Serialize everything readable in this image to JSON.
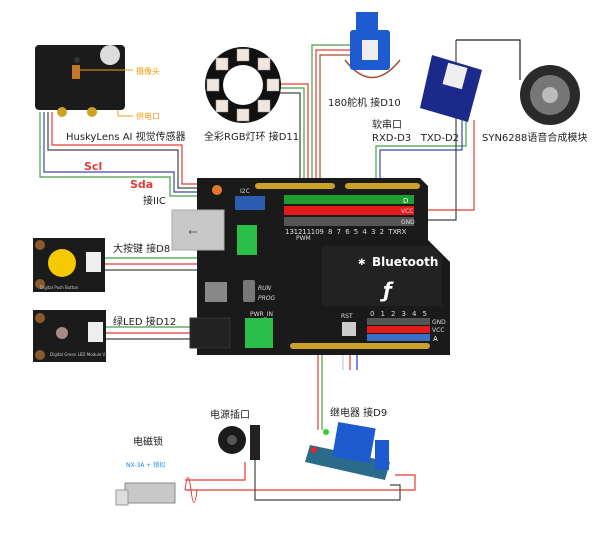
{
  "labels": {
    "camera": "摄像头",
    "power_port": "供电口",
    "huskylens": "HuskyLens  AI 视觉传感器",
    "rgb_ring": "全彩RGB灯环 接D11",
    "servo": "180舵机  接D10",
    "soft_serial": "软串口",
    "serial_pins": "RXD-D3   TXD-D2",
    "syn6288": "SYN6288语音合成模块",
    "scl": "Scl",
    "sda": "Sda",
    "iic": "接IIC",
    "button": "大按键 接D8",
    "led": "绿LED 接D12",
    "power_jack": "电源插口",
    "relay": "继电器 接D9",
    "lock": "电磁锁",
    "lock_model": "NX-3A + 锁扣"
  },
  "modules": {
    "button_text": "Digital Push Button",
    "led_text": "Digital Green LED Module V2"
  },
  "board": {
    "i2c": "I2C",
    "d": "D",
    "vcc": "VCC",
    "gnd": "GND",
    "a": "A",
    "pwm": "PWM",
    "run": "RUN",
    "prog": "PROG",
    "pwr_in": "PWR_IN",
    "rst": "RST",
    "bluetooth": "Bluetooth",
    "digital_pins": [
      "13",
      "12",
      "11",
      "10",
      "9",
      "8",
      "7",
      "6",
      "5",
      "4",
      "3",
      "2",
      "TX",
      "RX"
    ],
    "analog_pins": [
      "0",
      "1",
      "2",
      "3",
      "4",
      "5"
    ]
  },
  "colors": {
    "wire_red": "#e53935",
    "wire_green": "#43a047",
    "wire_blue": "#3949ab",
    "wire_black": "#444444",
    "label_red": "#e53935",
    "label_orange": "#f39c12",
    "label_blue": "#1e88e5"
  }
}
